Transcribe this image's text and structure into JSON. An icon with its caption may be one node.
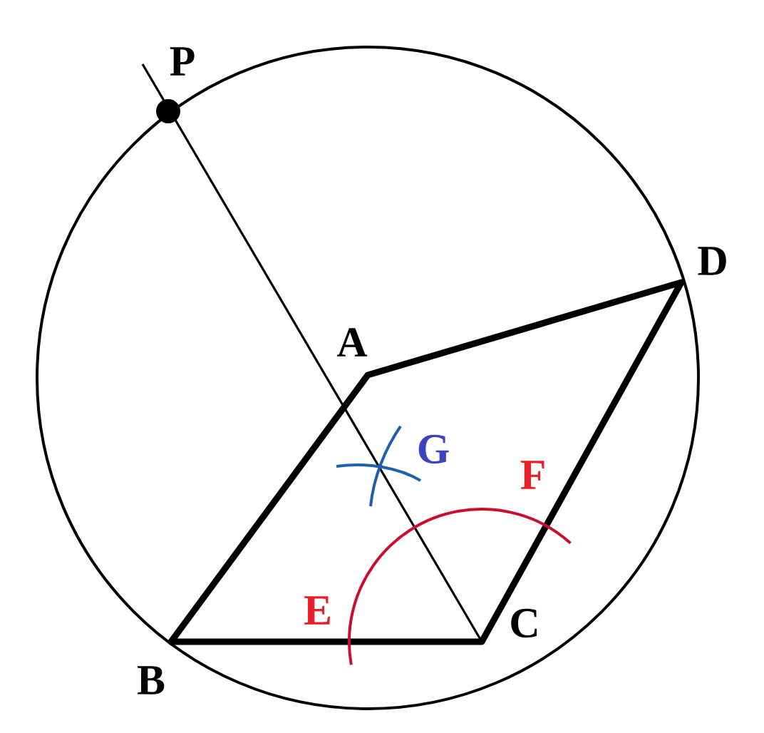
{
  "diagram": {
    "labels": [
      "P",
      "D",
      "A",
      "G",
      "F",
      "E",
      "C",
      "B"
    ]
  }
}
